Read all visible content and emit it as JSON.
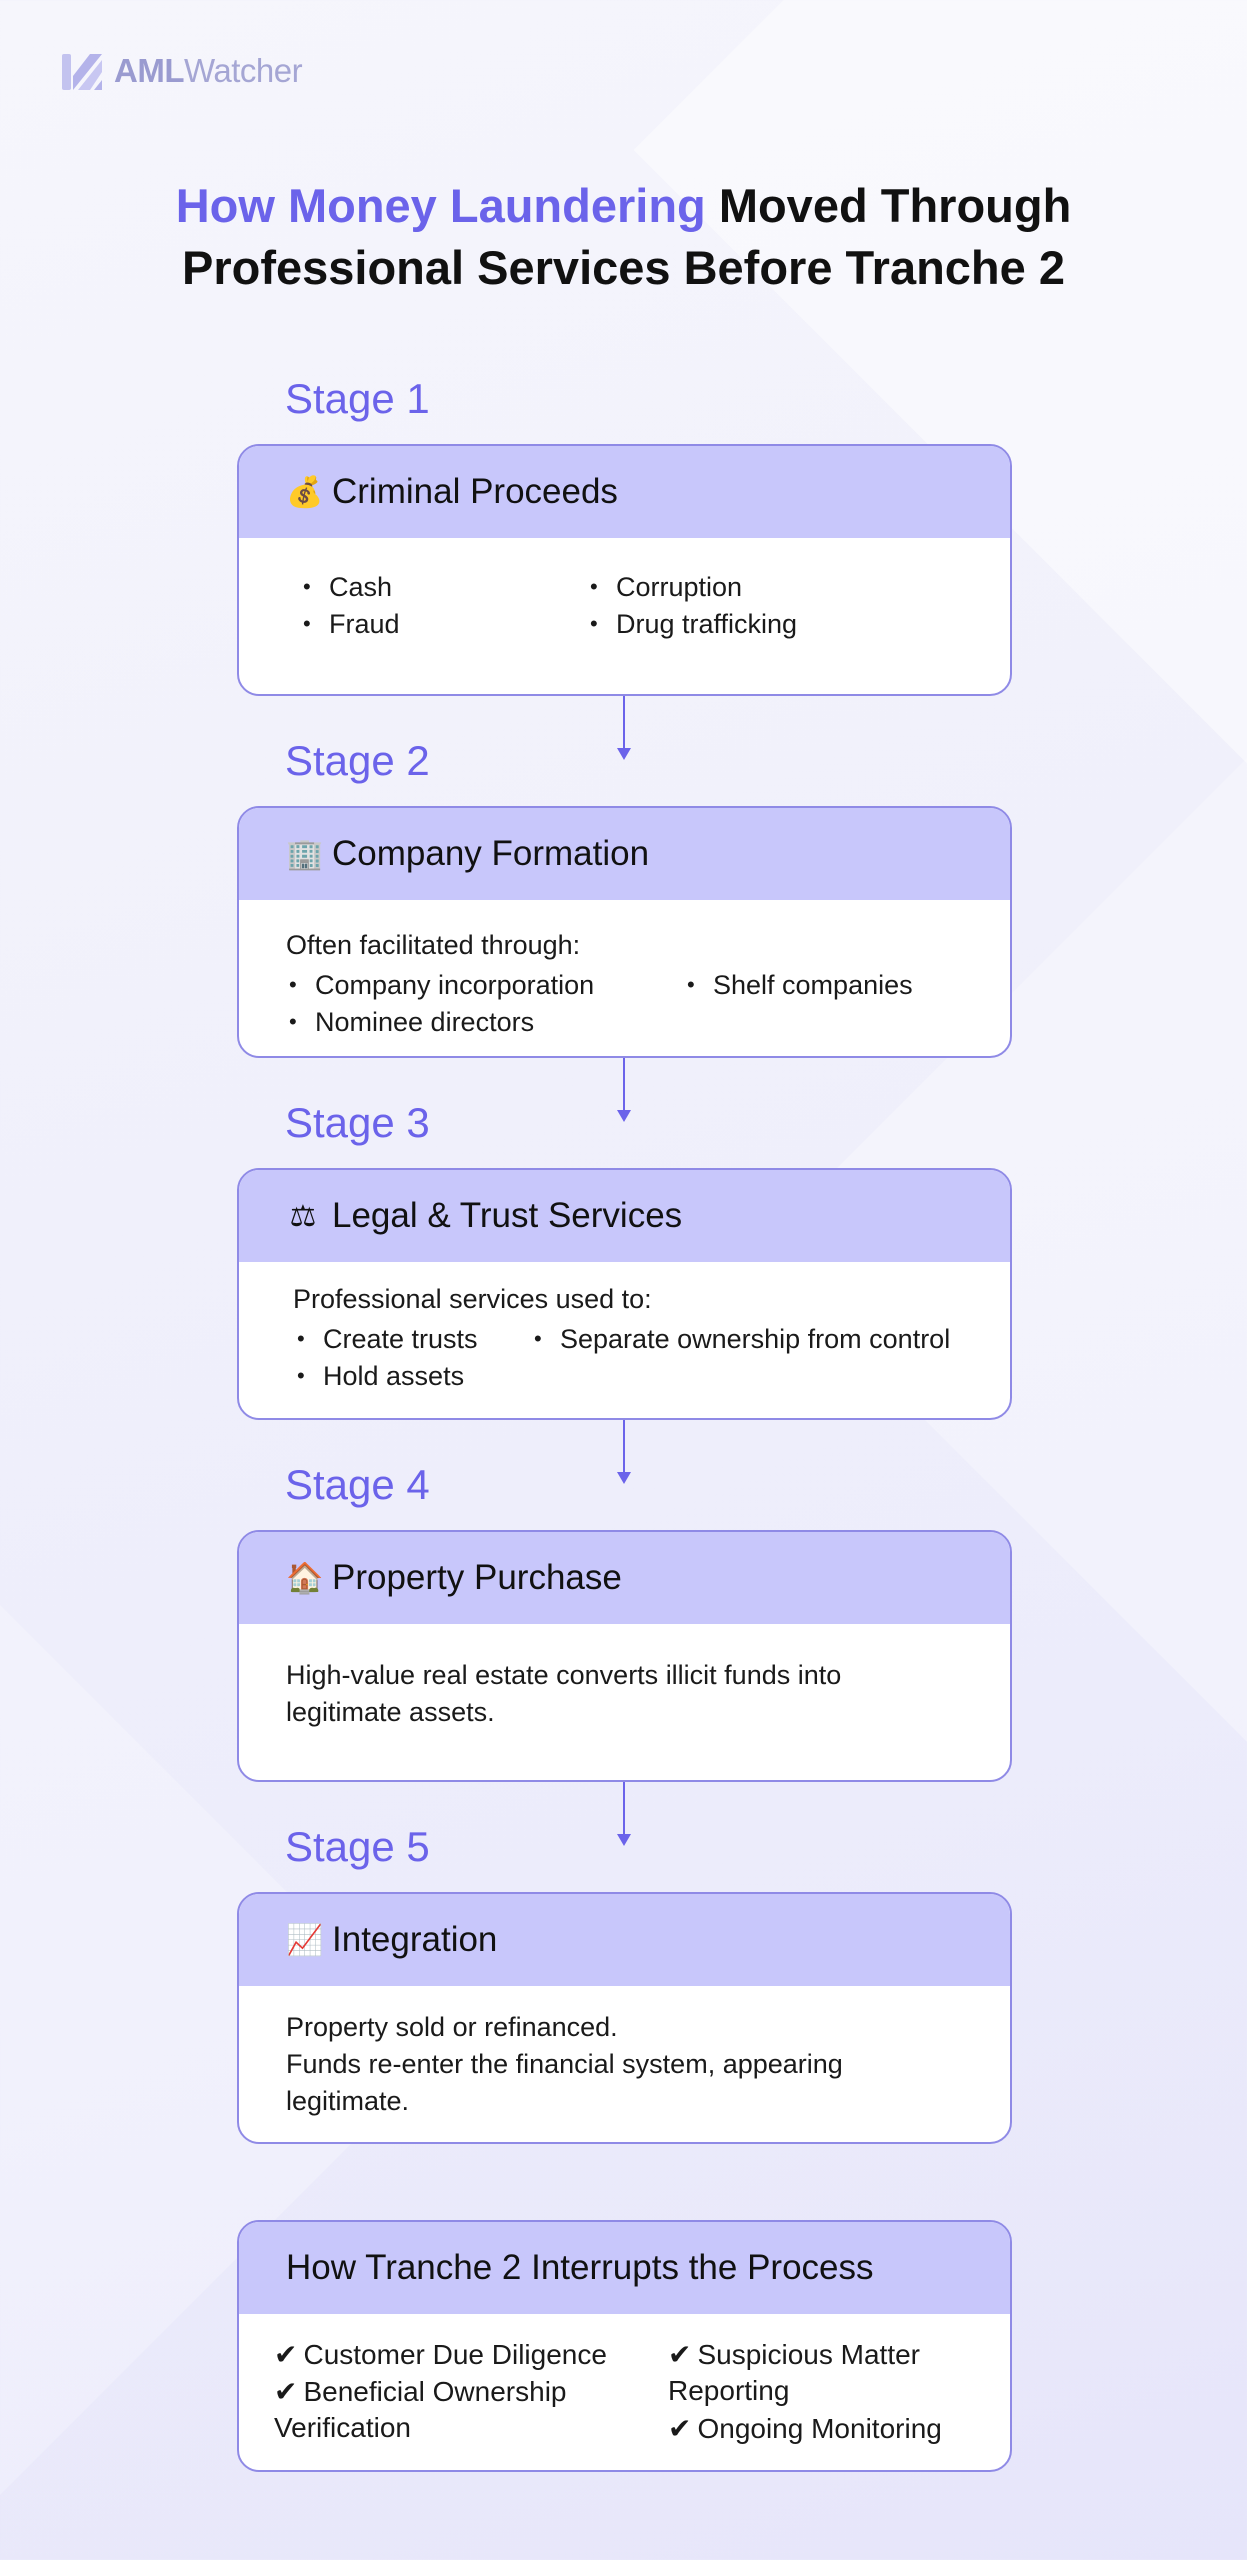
{
  "brand": {
    "name_bold": "AML",
    "name_light": "Watcher"
  },
  "title": {
    "accent": "How Money Laundering",
    "line1_rest": " Moved Through",
    "line2": "Professional Services Before Tranche 2"
  },
  "stages": [
    {
      "label": "Stage 1",
      "icon": "money-bag-icon",
      "emoji": "💰",
      "heading": "Criminal Proceeds",
      "bullets": [
        "Cash",
        "Fraud",
        "Corruption",
        "Drug trafficking"
      ]
    },
    {
      "label": "Stage 2",
      "icon": "office-building-icon",
      "emoji": "🏢",
      "heading": "Company Formation",
      "intro": "Often facilitated through:",
      "bullets": [
        "Company incorporation",
        "Nominee directors",
        "Shelf companies"
      ]
    },
    {
      "label": "Stage 3",
      "icon": "scales-icon",
      "emoji": "⚖",
      "heading": "Legal & Trust Services",
      "intro": "Professional services used to:",
      "bullets": [
        "Create trusts",
        "Hold assets",
        "Separate ownership from control"
      ]
    },
    {
      "label": "Stage 4",
      "icon": "house-icon",
      "emoji": "🏠",
      "heading": "Property Purchase",
      "text_lines": [
        "High-value real estate converts illicit funds into",
        "legitimate assets."
      ]
    },
    {
      "label": "Stage 5",
      "icon": "chart-increasing-icon",
      "emoji": "📈",
      "heading": "Integration",
      "text_lines": [
        "Property sold or refinanced.",
        "Funds re-enter the financial system, appearing",
        "legitimate."
      ]
    }
  ],
  "tranche": {
    "heading": "How Tranche 2 Interrupts the Process",
    "check_glyph": "✔",
    "left": [
      {
        "line1": "Customer Due Diligence"
      },
      {
        "line1": "Beneficial Ownership",
        "line2": "Verification"
      }
    ],
    "right": [
      {
        "line1": "Suspicious Matter",
        "line2": "Reporting"
      },
      {
        "line1": "Ongoing Monitoring"
      }
    ]
  }
}
